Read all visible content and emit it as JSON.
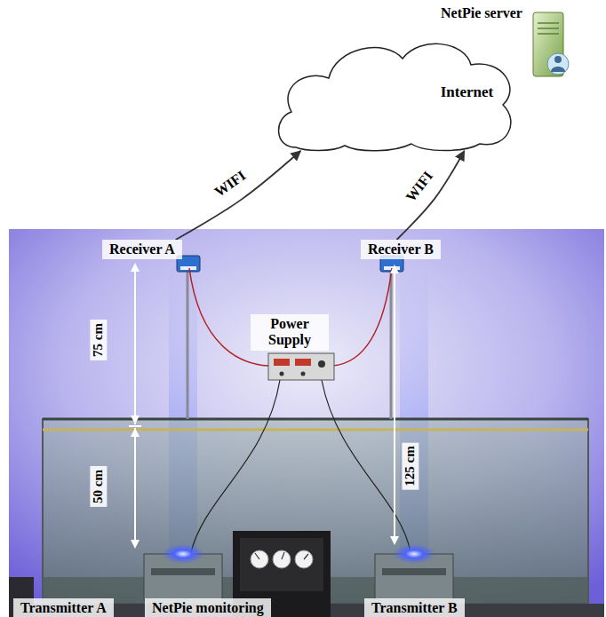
{
  "diagram": {
    "nodes": [
      {
        "text": [
          "NetPie server"
        ]
      },
      {
        "text": [
          "Internet"
        ]
      },
      {
        "text": [
          "Receiver A"
        ]
      },
      {
        "text": [
          "Receiver B"
        ]
      },
      {
        "text": [
          "Power Supply"
        ]
      },
      {
        "text": [
          "Transmitter A"
        ]
      },
      {
        "text": [
          "NetPie monitoring"
        ]
      },
      {
        "text": [
          "Transmitter B"
        ]
      }
    ],
    "edges": [
      {
        "from": 2,
        "to": 1,
        "label": "WIFI",
        "arrow": "to"
      },
      {
        "from": 3,
        "to": 1,
        "label": "WIFI",
        "arrow": "to"
      }
    ],
    "labels": [
      "75 cm",
      "50 cm",
      "125 cm"
    ]
  }
}
